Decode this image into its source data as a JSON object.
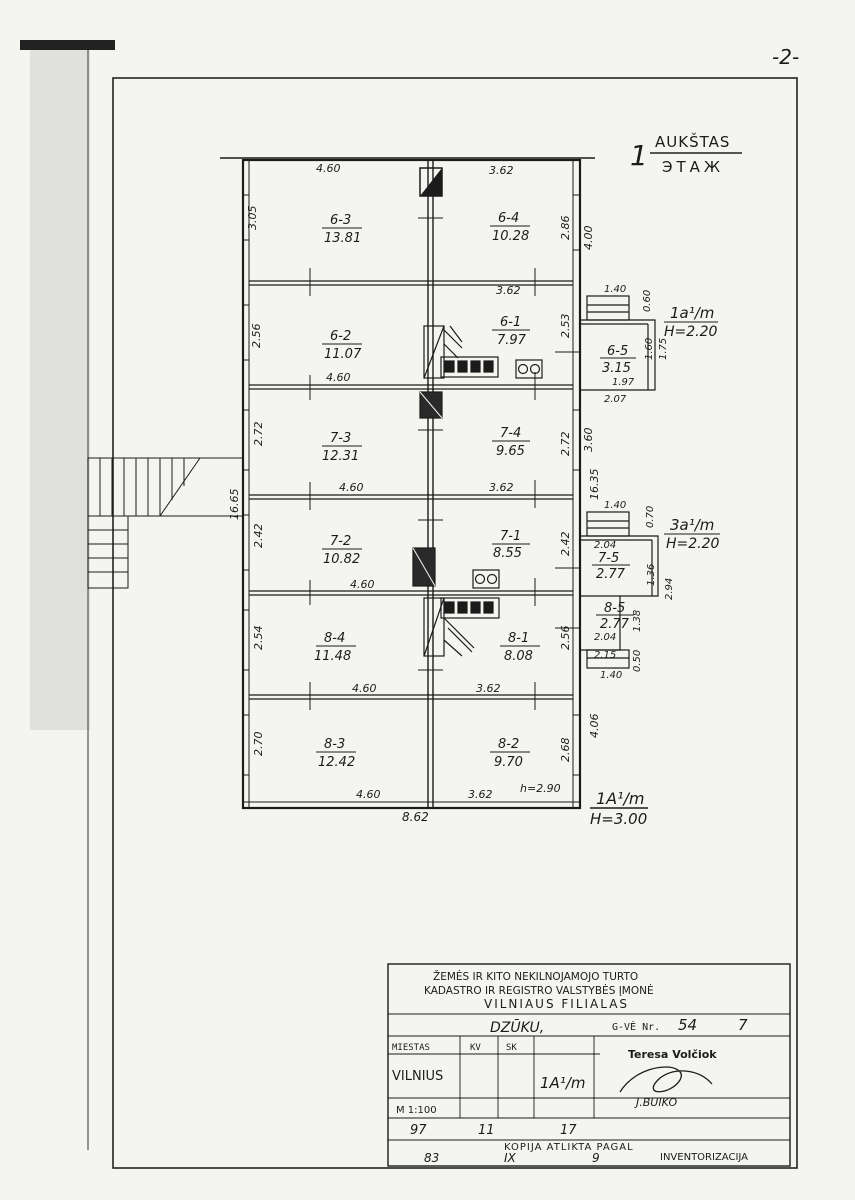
{
  "page_number": "-2-",
  "floor": {
    "number": "1",
    "label_lt": "AUKŠTAS",
    "label_ru": "ЭТАЖ"
  },
  "dims": {
    "top_left": "4.60",
    "top_right": "3.62",
    "row1_h_left": "3.05",
    "row1_h_right": "2.86",
    "right_4_00": "4.00",
    "row2_top_right": "3.62",
    "row2_h_left": "2.56",
    "row2_h_right": "2.53",
    "row2_bottom_left": "4.60",
    "row3_h_left": "2.72",
    "row3_h_right": "2.72",
    "right_3_60": "3.60",
    "right_16_35": "16.35",
    "left_16_65": "16.65",
    "row3_bottom_left": "4.60",
    "row3_bottom_right": "3.62",
    "row4_h_left": "2.42",
    "row4_h_right": "2.42",
    "row4_bottom_left": "4.60",
    "row5_h_left": "2.54",
    "row5_h_right": "2.56",
    "row5_bottom_left": "4.60",
    "row5_bottom_right": "3.62",
    "right_4_06": "4.06",
    "row6_h_left": "2.70",
    "row6_h_right": "2.68",
    "bottom_left": "4.60",
    "bottom_right": "3.62",
    "total_width": "8.62",
    "ceiling_h": "h=2.90"
  },
  "rooms": [
    {
      "id": "6-3",
      "area": "13.81"
    },
    {
      "id": "6-4",
      "area": "10.28"
    },
    {
      "id": "6-2",
      "area": "11.07"
    },
    {
      "id": "6-1",
      "area": "7.97"
    },
    {
      "id": "7-3",
      "area": "12.31"
    },
    {
      "id": "7-4",
      "area": "9.65"
    },
    {
      "id": "7-2",
      "area": "10.82"
    },
    {
      "id": "7-1",
      "area": "8.55"
    },
    {
      "id": "8-4",
      "area": "11.48"
    },
    {
      "id": "8-1",
      "area": "8.08"
    },
    {
      "id": "8-3",
      "area": "12.42"
    },
    {
      "id": "8-2",
      "area": "9.70"
    }
  ],
  "annex_top": {
    "room_id": "6-5",
    "area": "3.15",
    "w_top": "1.40",
    "h_top": "0.60",
    "h_mid": "1.60",
    "h_side": "1.75",
    "w_inner": "1.97",
    "w_bottom": "2.07",
    "tag": "1a¹/m",
    "height": "H=2.20"
  },
  "annex_bottom": {
    "room_a": "7-5",
    "area_a": "2.77",
    "room_b": "8-5",
    "area_b": "2.77",
    "w_top": "1.40",
    "h_top": "0.70",
    "w_a": "2.04",
    "h_a": "1.36",
    "h_total": "2.94",
    "w_b": "2.04",
    "h_b": "1.38",
    "w_b2": "2.15",
    "h_bottom": "0.50",
    "w_bottom": "1.40",
    "tag": "3a¹/m",
    "height": "H=2.20"
  },
  "building_tag": "1A¹/m",
  "building_height": "H=3.00",
  "stamp": {
    "org_line1": "ŽEMĖS IR KITO NEKILNOJAMOJO TURTO",
    "org_line2": "KADASTRO IR REGISTRO VALSTYBĖS ĮMONĖ",
    "org_line3": "VILNIAUS FILIALAS",
    "street": "DZŪKU,",
    "house_label": "G-VĖ Nr.",
    "house_no": "54",
    "house_letter": "7",
    "col_city": "MIESTAS",
    "col_kv": "KV",
    "col_sk": "SK",
    "city": "VILNIUS",
    "building_tag": "1A¹/m",
    "scale": "M 1:100",
    "signer": "Teresa Volčiok",
    "signer2": "J.BUIKO",
    "date1_year": "97",
    "date1_month": "11",
    "date1_day": "17",
    "copy_line": "KOPIJA ATLIKTA PAGAL",
    "date2_year": "83",
    "date2_month": "IX",
    "date2_day": "9",
    "inventory": "INVENTORIZACIJA"
  }
}
